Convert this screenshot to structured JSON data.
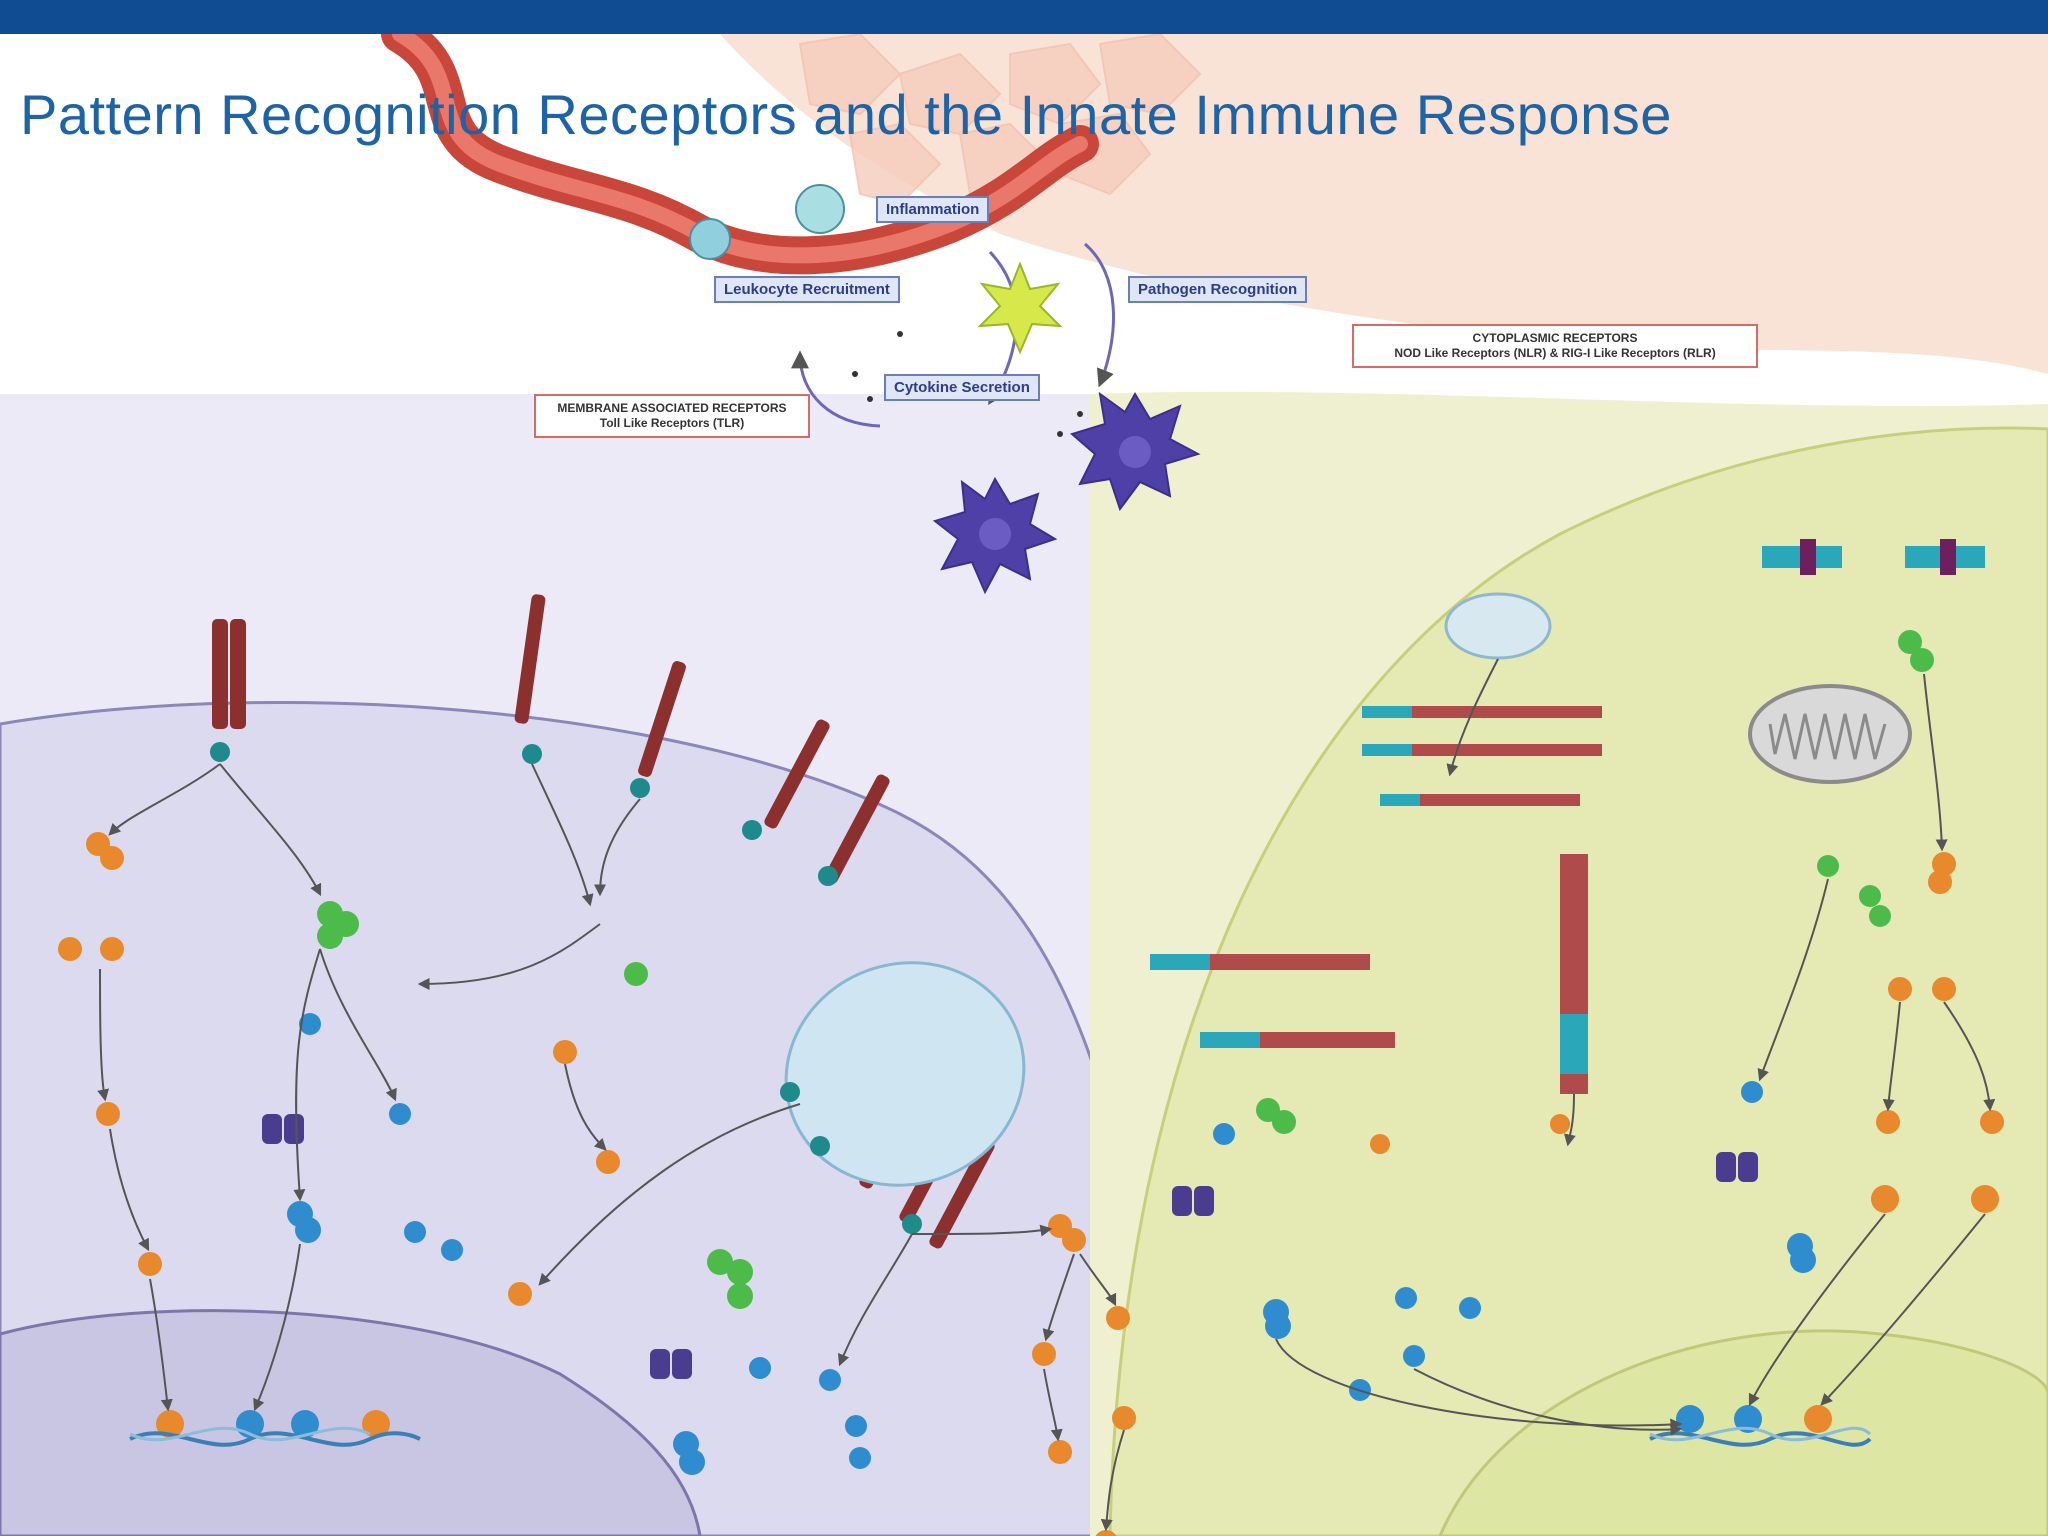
{
  "title": "Pattern Recognition Receptors and the Innate Immune Response",
  "labels": {
    "inflammation": "Inflammation",
    "leukocyte_recruitment": "Leukocyte Recruitment",
    "pathogen_recognition": "Pathogen Recognition",
    "cytokine_secretion": "Cytokine Secretion",
    "membrane_heading": "MEMBRANE ASSOCIATED RECEPTORS",
    "membrane_sub": "Toll Like Receptors (TLR)",
    "cyto_heading": "CYTOPLASMIC RECEPTORS",
    "cyto_sub": "NOD Like Receptors (NLR) & RIG-I Like Receptors (RLR)"
  },
  "colors": {
    "banner": "#0f4c92",
    "title": "#1d63a6",
    "membrane_region": "#eceaf6",
    "cytoplasmic_region": "#eef0cf",
    "tlr_receptor": "#8c2f2f",
    "adaptor_orange": "#e7892c",
    "adaptor_blue": "#2f8ccf",
    "adaptor_green": "#4dbb4a",
    "proteasome": "#4a3d8f"
  }
}
